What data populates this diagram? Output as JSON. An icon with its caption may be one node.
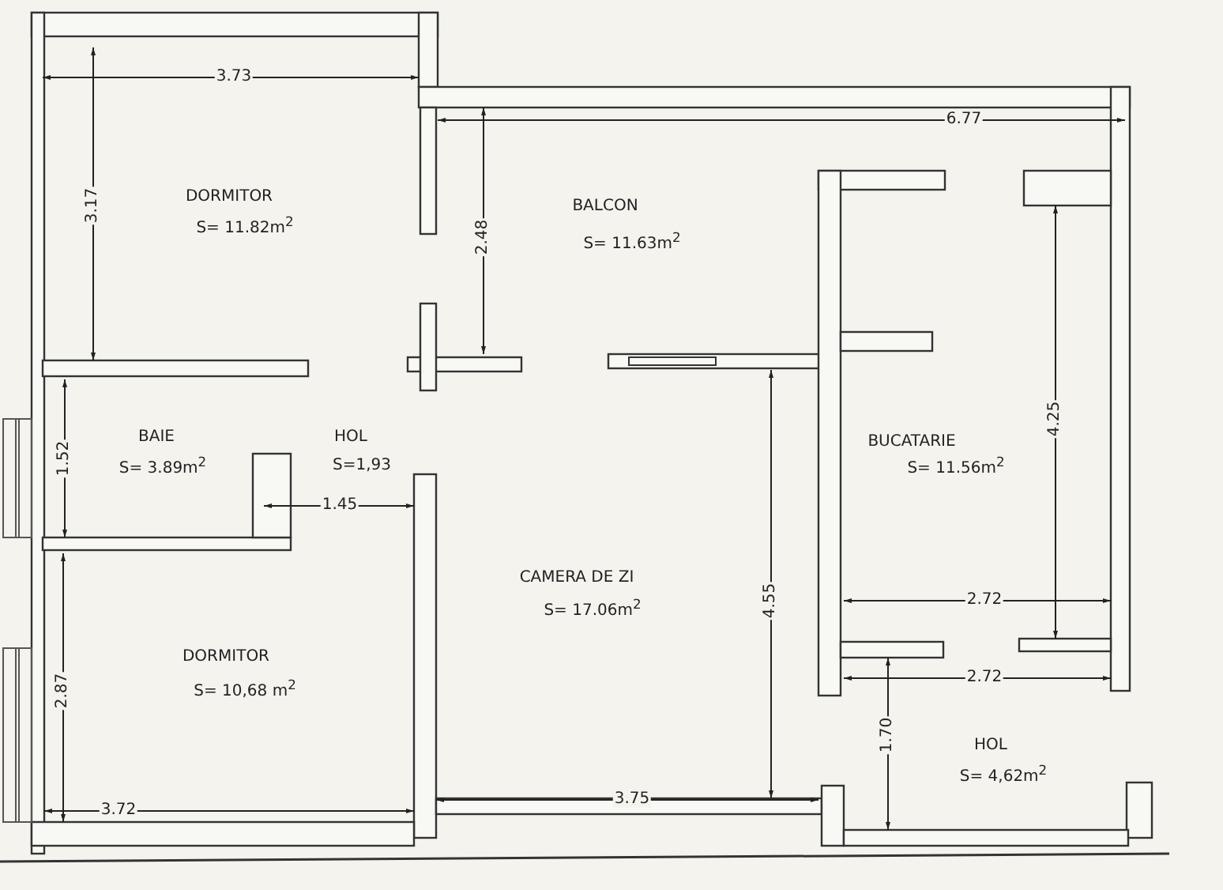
{
  "diagram": {
    "labels": [
      "3.73",
      "6.77",
      "3.17",
      "DORMITOR",
      "S= 11.82m$^{2}$",
      "2.48",
      "BALCON",
      "S= 11.63m$^{2}$",
      "4.25",
      "BAIE",
      "S= 3.89m$^{2}$",
      "HOL",
      "S=1,93",
      "BUCATARIE",
      "S= 11.56m$^{2}$",
      "1.52",
      "1.45",
      "CAMERA DE ZI",
      "S= 17.06m$^{2}$",
      "4.55",
      "2.72",
      "DORMITOR",
      "S= 10,68 m$^{2}$",
      "2.72",
      "2.87",
      "HOL",
      "S= 4,62m$^{2}$",
      "1.70",
      "3.72",
      "3.75"
    ]
  }
}
